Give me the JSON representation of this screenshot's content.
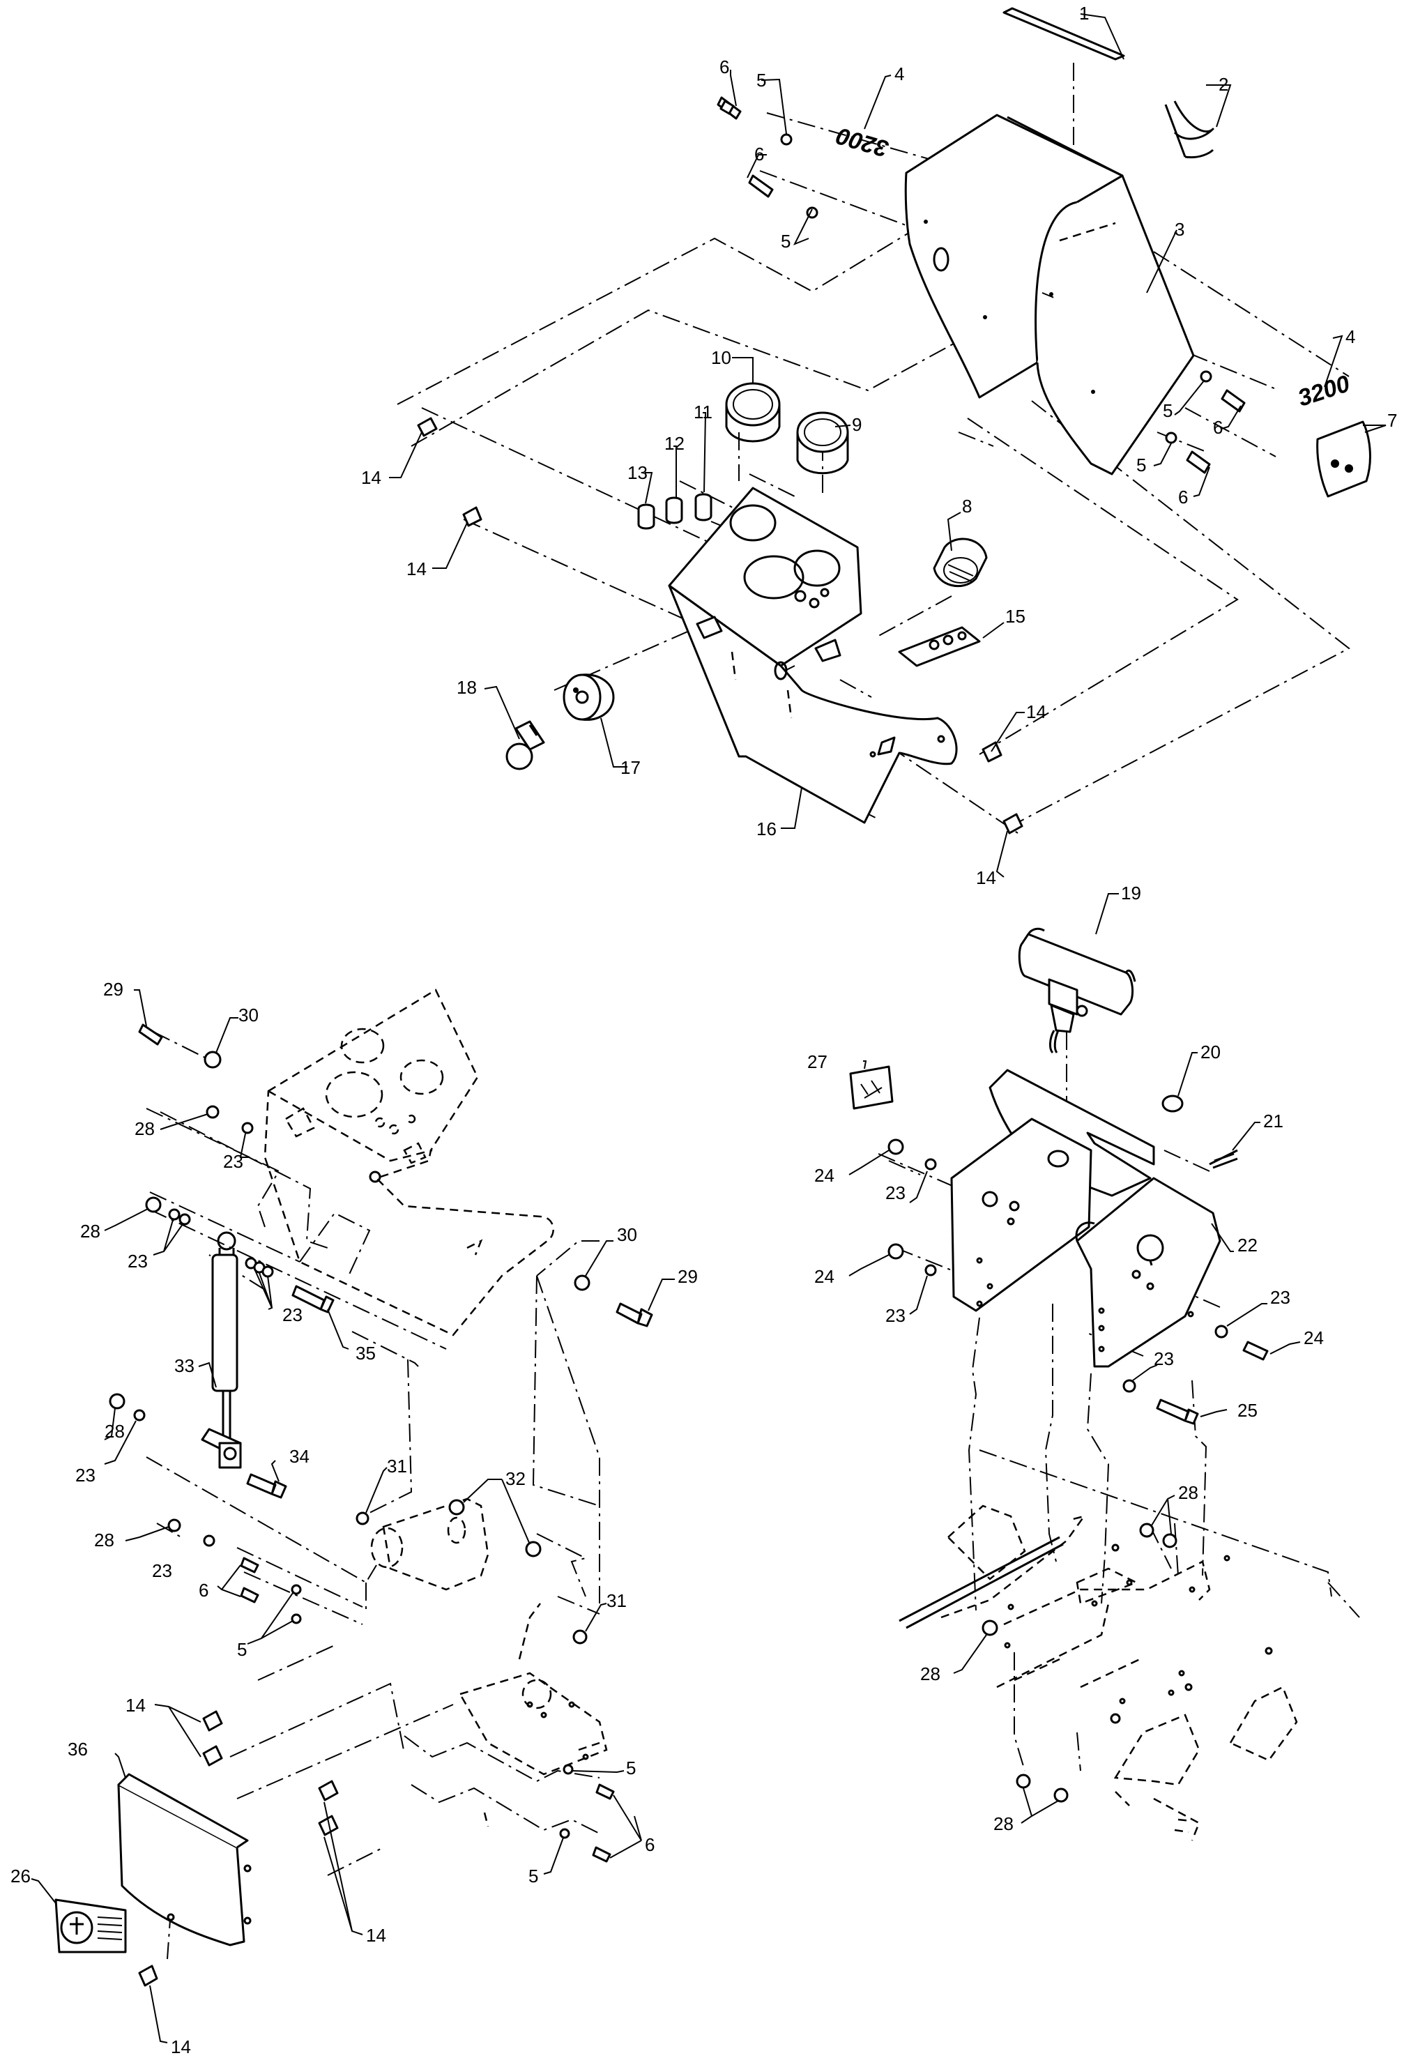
{
  "labels": [
    {
      "id": "c1",
      "text": "1"
    },
    {
      "id": "c2",
      "text": "2"
    },
    {
      "id": "c3",
      "text": "3"
    },
    {
      "id": "c4a",
      "text": "4"
    },
    {
      "id": "c4b",
      "text": "4"
    },
    {
      "id": "c5a",
      "text": "5"
    },
    {
      "id": "c5b",
      "text": "5"
    },
    {
      "id": "c5c",
      "text": "5"
    },
    {
      "id": "c5d",
      "text": "5"
    },
    {
      "id": "c6a",
      "text": "6"
    },
    {
      "id": "c6b",
      "text": "6"
    },
    {
      "id": "c6c",
      "text": "6"
    },
    {
      "id": "c6d",
      "text": "6"
    },
    {
      "id": "c7",
      "text": "7"
    },
    {
      "id": "c8",
      "text": "8"
    },
    {
      "id": "c9",
      "text": "9"
    },
    {
      "id": "c10",
      "text": "10"
    },
    {
      "id": "c11",
      "text": "11"
    },
    {
      "id": "c12",
      "text": "12"
    },
    {
      "id": "c13",
      "text": "13"
    },
    {
      "id": "c14a",
      "text": "14"
    },
    {
      "id": "c14b",
      "text": "14"
    },
    {
      "id": "c14c",
      "text": "14"
    },
    {
      "id": "c14d",
      "text": "14"
    },
    {
      "id": "c15",
      "text": "15"
    },
    {
      "id": "c16",
      "text": "16"
    },
    {
      "id": "c17",
      "text": "17"
    },
    {
      "id": "c18",
      "text": "18"
    },
    {
      "id": "l29a",
      "text": "29"
    },
    {
      "id": "l30a",
      "text": "30"
    },
    {
      "id": "l28a",
      "text": "28"
    },
    {
      "id": "l23a",
      "text": "23"
    },
    {
      "id": "l28b",
      "text": "28"
    },
    {
      "id": "l23b",
      "text": "23"
    },
    {
      "id": "l23c",
      "text": "23"
    },
    {
      "id": "l35",
      "text": "35"
    },
    {
      "id": "l30b",
      "text": "30"
    },
    {
      "id": "l29b",
      "text": "29"
    },
    {
      "id": "l33",
      "text": "33"
    },
    {
      "id": "l28c",
      "text": "28"
    },
    {
      "id": "l23d",
      "text": "23"
    },
    {
      "id": "l34",
      "text": "34"
    },
    {
      "id": "l31a",
      "text": "31"
    },
    {
      "id": "l32",
      "text": "32"
    },
    {
      "id": "l28d",
      "text": "28"
    },
    {
      "id": "l23e",
      "text": "23"
    },
    {
      "id": "l31b",
      "text": "31"
    },
    {
      "id": "l6a",
      "text": "6"
    },
    {
      "id": "l5a",
      "text": "5"
    },
    {
      "id": "l14a",
      "text": "14"
    },
    {
      "id": "l36",
      "text": "36"
    },
    {
      "id": "l5b",
      "text": "5"
    },
    {
      "id": "l6b",
      "text": "6"
    },
    {
      "id": "l5c",
      "text": "5"
    },
    {
      "id": "l26",
      "text": "26"
    },
    {
      "id": "l14b",
      "text": "14"
    },
    {
      "id": "l14c",
      "text": "14"
    },
    {
      "id": "r19",
      "text": "19"
    },
    {
      "id": "r20",
      "text": "20"
    },
    {
      "id": "r27",
      "text": "27"
    },
    {
      "id": "r21",
      "text": "21"
    },
    {
      "id": "r24a",
      "text": "24"
    },
    {
      "id": "r23a",
      "text": "23"
    },
    {
      "id": "r22",
      "text": "22"
    },
    {
      "id": "r24b",
      "text": "24"
    },
    {
      "id": "r23b",
      "text": "23"
    },
    {
      "id": "r23c",
      "text": "23"
    },
    {
      "id": "r24c",
      "text": "24"
    },
    {
      "id": "r23d",
      "text": "23"
    },
    {
      "id": "r25",
      "text": "25"
    },
    {
      "id": "r28a",
      "text": "28"
    },
    {
      "id": "r28b",
      "text": "28"
    },
    {
      "id": "r28c",
      "text": "28"
    }
  ],
  "decals": {
    "model_number_left": "3200",
    "model_number_right": "3200"
  }
}
